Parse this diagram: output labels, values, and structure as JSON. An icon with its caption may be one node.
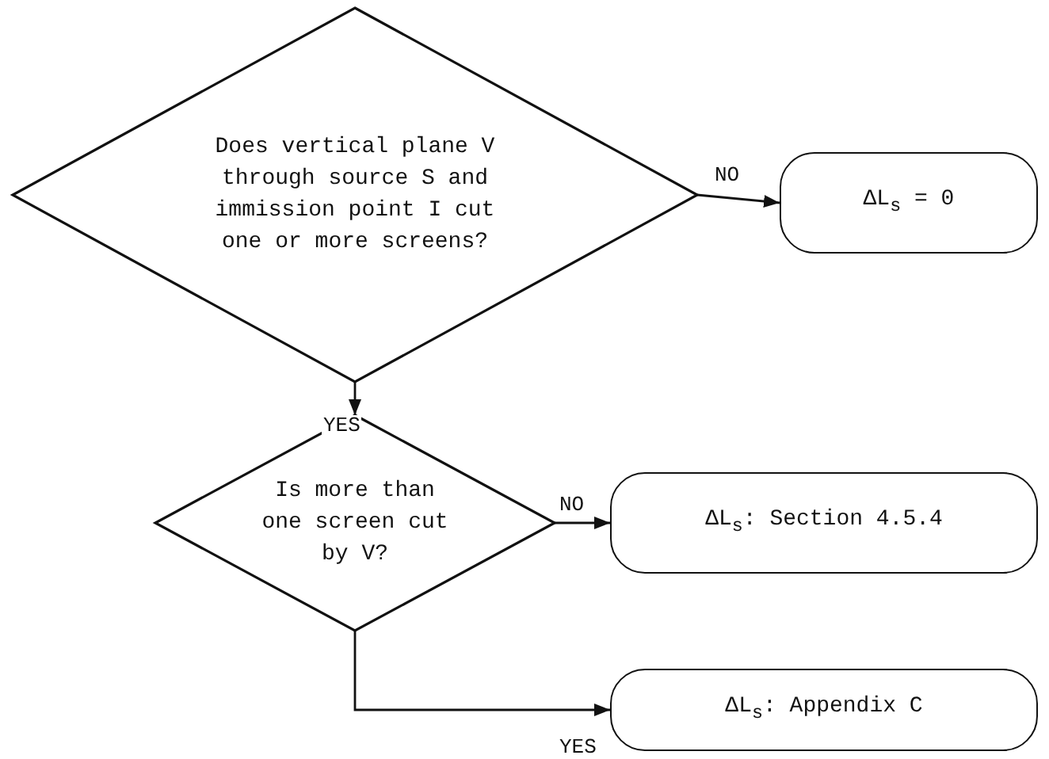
{
  "diagram": {
    "nodes": [
      {
        "text": [
          "Does vertical plane V through source S and immission point I cut one or more screens?"
        ]
      },
      {
        "text": [
          "ΔL$_{s}$ = 0"
        ]
      },
      {
        "text": [
          "Is more than one screen cut by V?"
        ]
      },
      {
        "text": [
          "ΔL$_{s}$: Section 4.5.4"
        ]
      },
      {
        "text": [
          "ΔL$_{s}$: Appendix C"
        ]
      }
    ],
    "edges": [
      {
        "from": 0,
        "to": 1,
        "arrow": "to",
        "label": "NO"
      },
      {
        "from": 0,
        "to": 2,
        "arrow": "to",
        "label": "YES"
      },
      {
        "from": 2,
        "to": 3,
        "arrow": "to",
        "label": "NO"
      },
      {
        "from": 2,
        "to": 4,
        "arrow": "to",
        "label": "YES"
      }
    ]
  }
}
